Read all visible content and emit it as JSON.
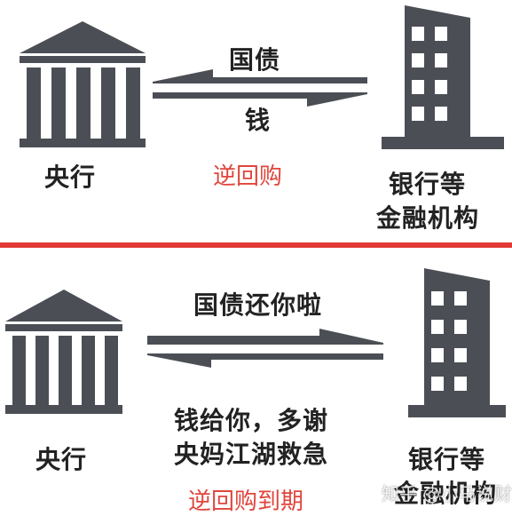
{
  "colors": {
    "icon": "#4b4f55",
    "divider": "#e23b35",
    "label": "#222222",
    "caption": "#e0453c",
    "background": "#ffffff"
  },
  "top": {
    "central_bank_label": "央行",
    "bank_label_line1": "银行等",
    "bank_label_line2": "金融机构",
    "arrow_top_label": "国债",
    "arrow_bottom_label": "钱",
    "caption": "逆回购"
  },
  "bottom": {
    "central_bank_label": "央行",
    "bank_label_line1": "银行等",
    "bank_label_line2": "金融机构",
    "arrow_top_label": "国债还你啦",
    "arrow_bottom_label_line1": "钱给你，多谢",
    "arrow_bottom_label_line2": "央妈江湖救急",
    "caption": "逆回购到期"
  },
  "watermark": "知乎 @小马说财富"
}
